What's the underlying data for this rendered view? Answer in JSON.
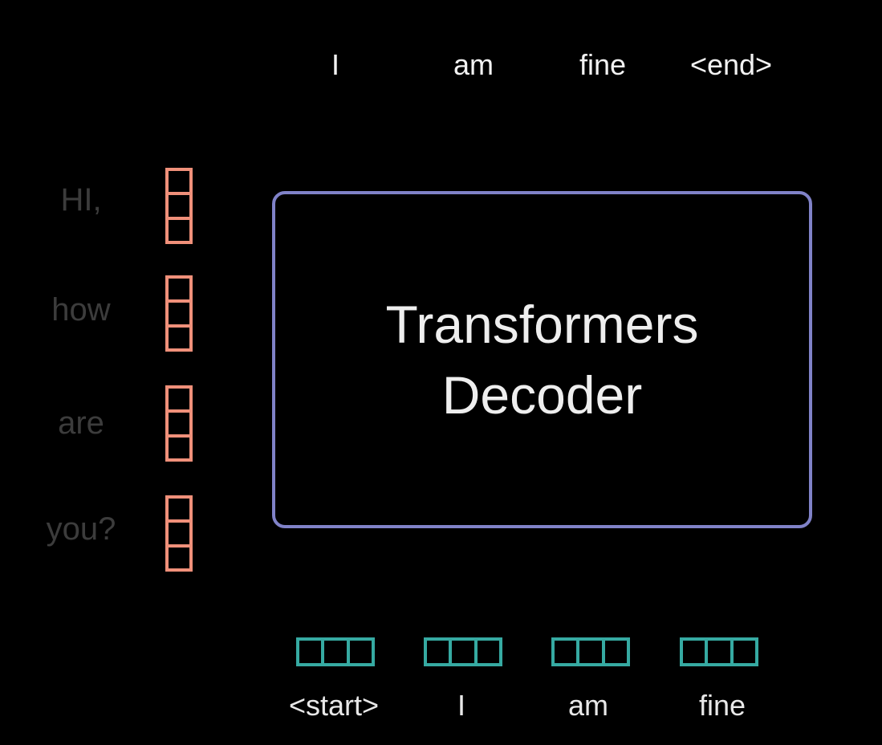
{
  "output_tokens": [
    "I",
    "am",
    "fine",
    "<end>"
  ],
  "encoder_inputs": [
    "HI,",
    "how",
    "are",
    "you?"
  ],
  "decoder": {
    "line1": "Transformers",
    "line2": "Decoder"
  },
  "decoder_inputs": [
    "<start>",
    "I",
    "am",
    "fine"
  ],
  "colors": {
    "background": "#000000",
    "encoder_vector": "#f0907a",
    "decoder_border": "#8082c8",
    "decoder_vector": "#36aaa2",
    "encoder_text": "#3c3c3c",
    "token_text": "#f2f2f2"
  }
}
